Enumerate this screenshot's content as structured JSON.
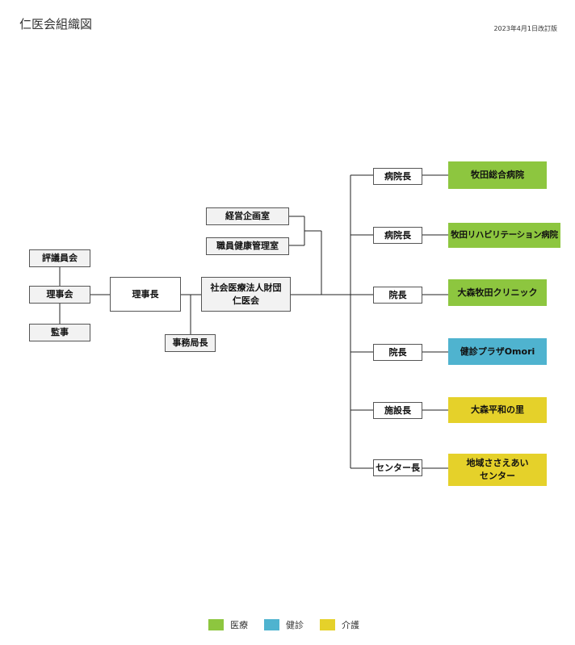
{
  "header": {
    "title": "仁医会組織図",
    "revision": "2023年4月1日改訂版"
  },
  "colors": {
    "medical": "#8dc63f",
    "checkup": "#4fb3cf",
    "care": "#e5d12a"
  },
  "board": {
    "councilors": "評議員会",
    "directors": "理事会",
    "auditor": "監事",
    "chairman": "理事長",
    "secretary_general": "事務局長"
  },
  "corporation": {
    "line1": "社会医療法人財団",
    "line2": "仁医会"
  },
  "staff_offices": {
    "planning": "経営企画室",
    "health": "職員健康管理室"
  },
  "branches": [
    {
      "head": "病院長",
      "facility": "牧田総合病院",
      "category": "medical"
    },
    {
      "head": "病院長",
      "facility": "牧田リハビリテーション病院",
      "category": "medical"
    },
    {
      "head": "院長",
      "facility": "大森牧田クリニック",
      "category": "medical"
    },
    {
      "head": "院長",
      "facility": "健診プラザOmori",
      "category": "checkup"
    },
    {
      "head": "施設長",
      "facility": "大森平和の里",
      "category": "care"
    },
    {
      "head": "センター長",
      "facility_line1": "地域ささえあい",
      "facility_line2": "センター",
      "category": "care"
    }
  ],
  "legend": [
    {
      "label": "医療",
      "color": "#8dc63f"
    },
    {
      "label": "健診",
      "color": "#4fb3cf"
    },
    {
      "label": "介護",
      "color": "#e5d12a"
    }
  ]
}
